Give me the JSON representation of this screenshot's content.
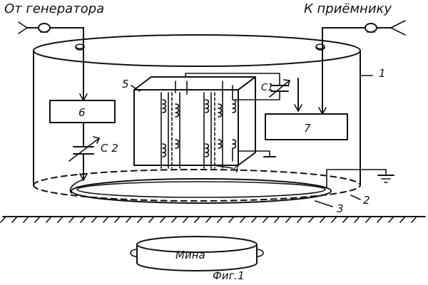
{
  "labels": {
    "from_generator": "От генератора",
    "to_receiver": "К приёмнику",
    "block_6": "6",
    "block_7": "7",
    "cap_c1": "C1",
    "cap_c2": "C 2",
    "num_1": "1",
    "num_2": "2",
    "num_3": "3",
    "num_4": "4",
    "num_5": "5",
    "mine": "Мина",
    "figure": "Фиг.1"
  }
}
